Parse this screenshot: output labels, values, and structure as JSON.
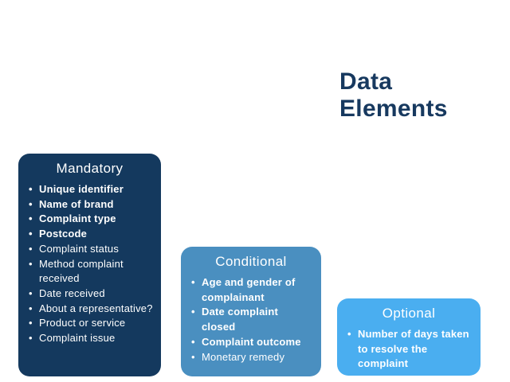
{
  "title": {
    "text": "Data Elements",
    "color": "#17395F"
  },
  "boxes": [
    {
      "header": "Mandatory",
      "color": "#14395E",
      "items": [
        {
          "text": "Unique identifier",
          "bold": true
        },
        {
          "text": "Name of brand",
          "bold": true
        },
        {
          "text": "Complaint type",
          "bold": true
        },
        {
          "text": "Postcode",
          "bold": true
        },
        {
          "text": "Complaint status",
          "bold": false
        },
        {
          "text": "Method complaint received",
          "bold": false
        },
        {
          "text": "Date received",
          "bold": false
        },
        {
          "text": "About a representative?",
          "bold": false
        },
        {
          "text": "Product or service",
          "bold": false
        },
        {
          "text": "Complaint issue",
          "bold": false
        }
      ]
    },
    {
      "header": "Conditional",
      "color": "#4A8FC0",
      "items": [
        {
          "text": "Age and gender of complainant",
          "bold": true
        },
        {
          "text": "Date complaint closed",
          "bold": true
        },
        {
          "text": "Complaint outcome",
          "bold": true
        },
        {
          "text": "Monetary remedy",
          "bold": false
        }
      ]
    },
    {
      "header": "Optional",
      "color": "#4AAEF0",
      "items": [
        {
          "text": "Number of days taken to resolve the complaint",
          "bold": true
        }
      ]
    }
  ]
}
